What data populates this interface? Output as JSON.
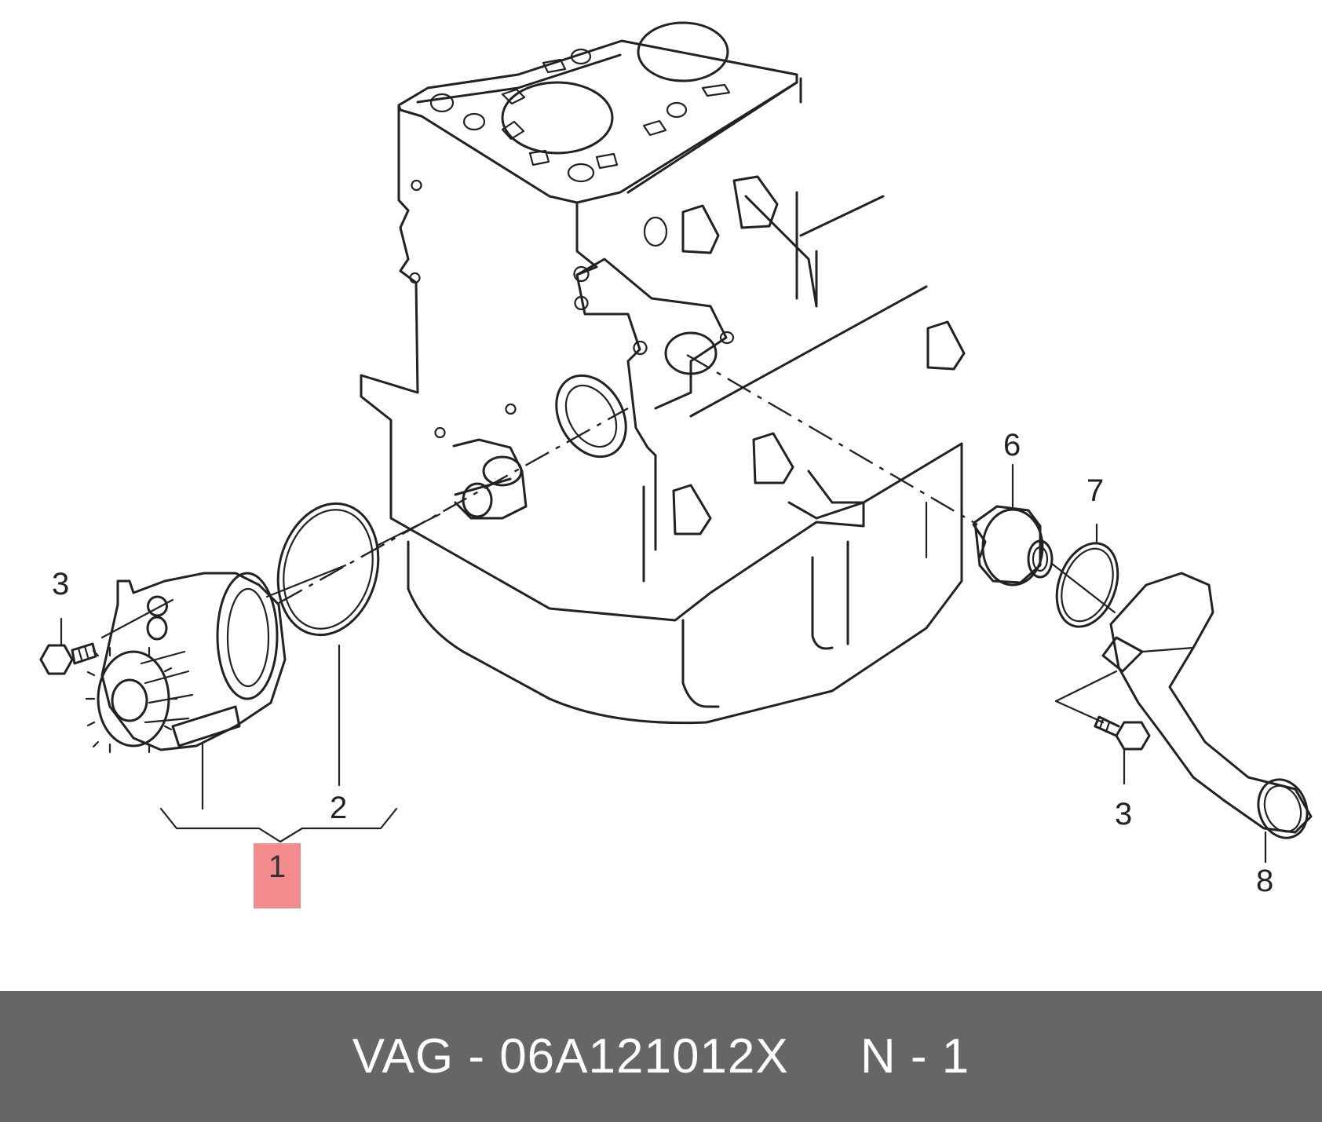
{
  "callouts": {
    "c1": "1",
    "c2": "2",
    "c3a": "3",
    "c3b": "3",
    "c6": "6",
    "c7": "7",
    "c8": "8"
  },
  "highlight": {
    "label": "1",
    "color": "#f28b8b"
  },
  "footer": {
    "text": "VAG - 06A121012X     N - 1",
    "background": "#666666"
  }
}
